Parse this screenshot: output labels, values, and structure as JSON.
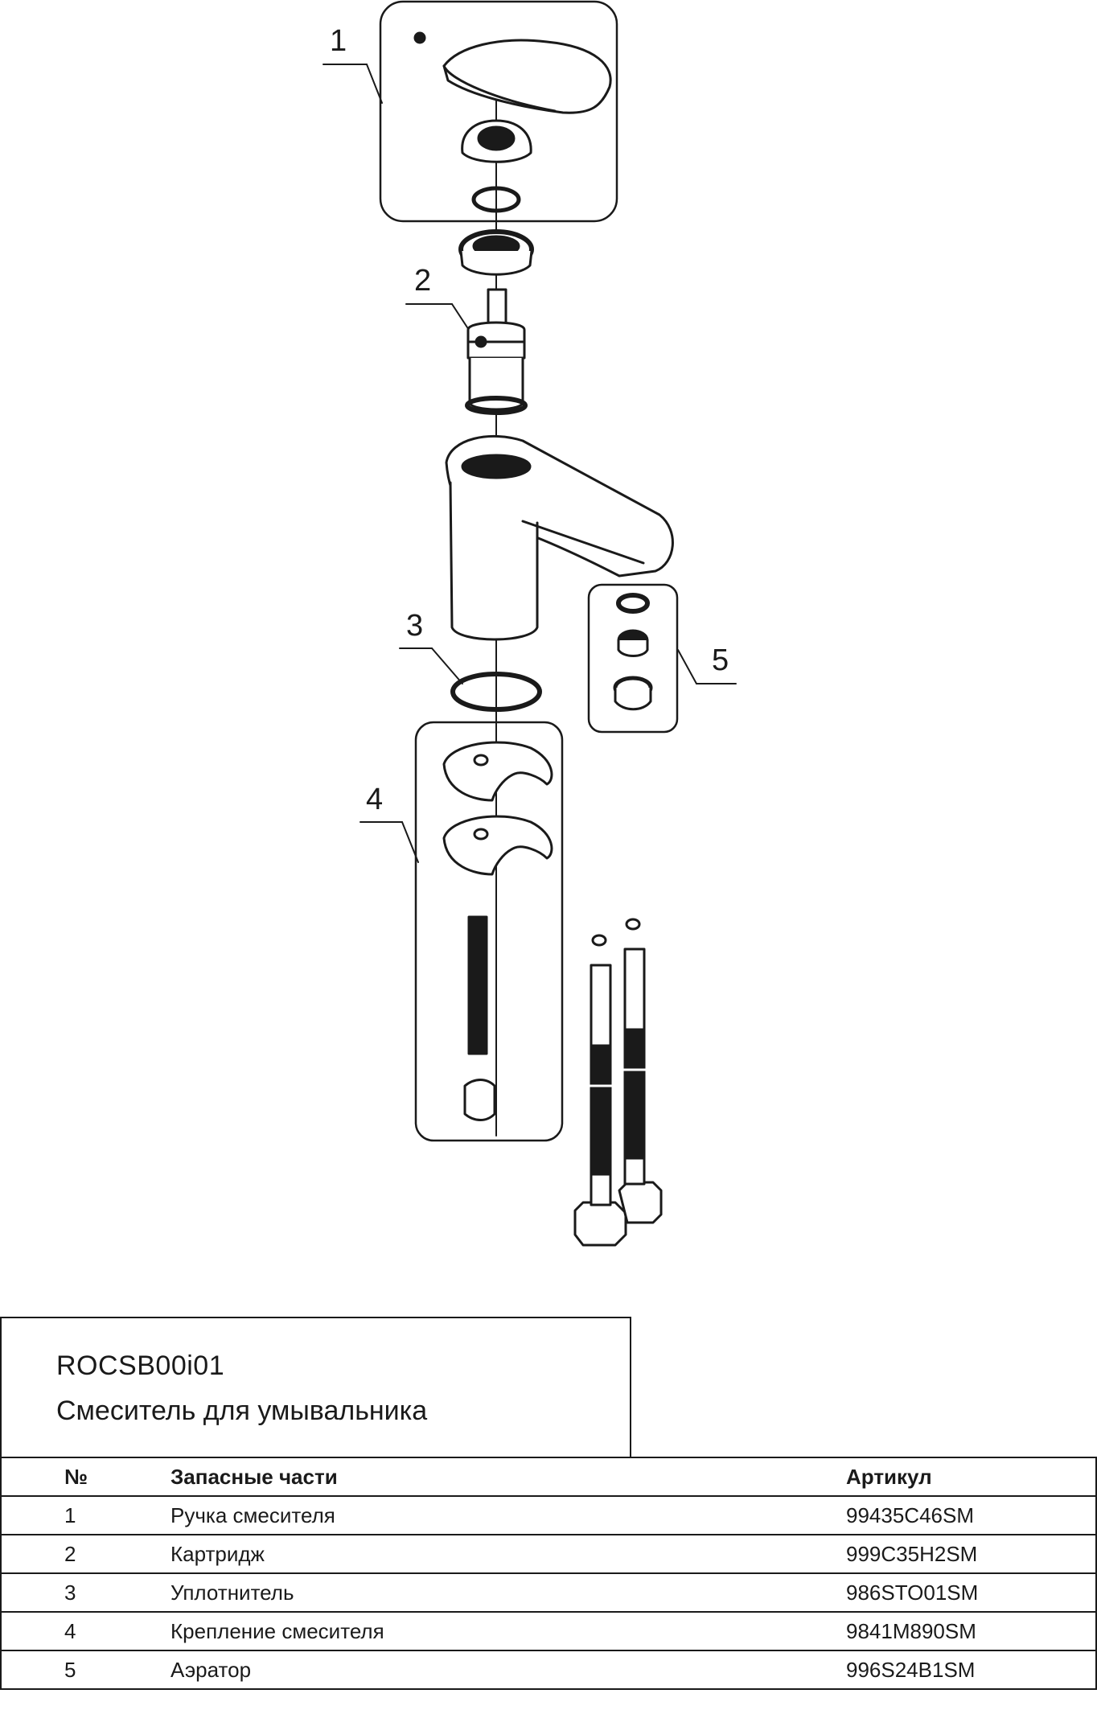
{
  "callouts": [
    "1",
    "2",
    "3",
    "4",
    "5"
  ],
  "header": {
    "model": "ROCSB00i01",
    "product": "Смеситель для умывальника"
  },
  "table": {
    "headers": {
      "num": "№",
      "name": "Запасные части",
      "article": "Артикул"
    },
    "rows": [
      {
        "num": "1",
        "name": "Ручка смесителя",
        "article": "99435C46SM"
      },
      {
        "num": "2",
        "name": "Картридж",
        "article": "999C35H2SM"
      },
      {
        "num": "3",
        "name": "Уплотнитель",
        "article": "986STO01SM"
      },
      {
        "num": "4",
        "name": "Крепление смесителя",
        "article": "9841M890SM"
      },
      {
        "num": "5",
        "name": "Аэратор",
        "article": "996S24B1SM"
      }
    ]
  },
  "colors": {
    "line": "#1a1a1a",
    "background": "#ffffff"
  }
}
